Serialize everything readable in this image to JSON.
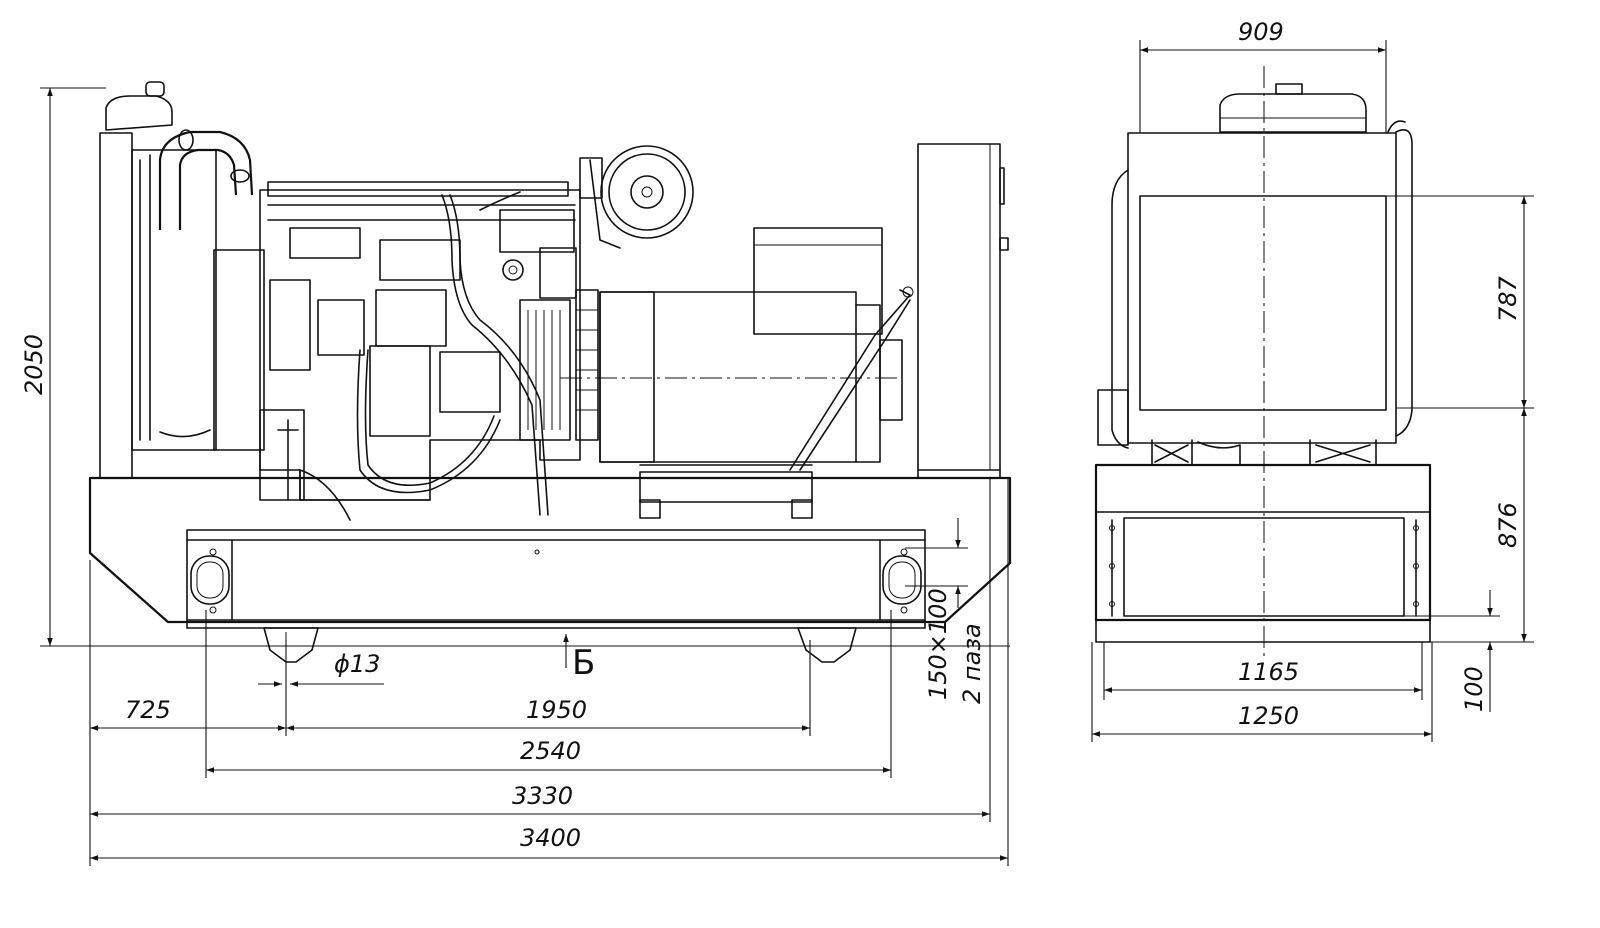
{
  "dimensions": {
    "total_height": "2050",
    "total_length": "3400",
    "frame_length": "3330",
    "holes_spacing": "2540",
    "skids_spacing": "1950",
    "front_offset": "725",
    "hole_diameter": "ϕ13",
    "slot_size": "150×100",
    "slot_count": "2 паза",
    "width_top": "909",
    "width_inner": "1165",
    "width_total": "1250",
    "upper_height": "787",
    "lower_height": "876",
    "base_height": "100"
  },
  "view_marker": "Б"
}
